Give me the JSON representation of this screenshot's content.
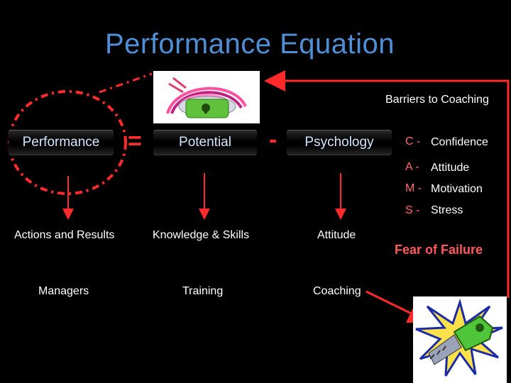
{
  "title": "Performance Equation",
  "barriers_heading": "Barriers to Coaching",
  "equation": {
    "performance": "Performance",
    "equals": "=",
    "potential": "Potential",
    "minus": "-",
    "psychology": "Psychology"
  },
  "outcomes": {
    "performance": "Actions and Results",
    "potential": "Knowledge & Skills",
    "psychology": "Attitude"
  },
  "owners": {
    "performance": "Managers",
    "potential": "Training",
    "psychology": "Coaching"
  },
  "barriers": [
    {
      "letter": "C -",
      "word": "Confidence"
    },
    {
      "letter": "A -",
      "word": "Attitude"
    },
    {
      "letter": "M -",
      "word": "Motivation"
    },
    {
      "letter": "S -",
      "word": "Stress"
    }
  ],
  "fear": "Fear of Failure",
  "colors": {
    "title": "#4f8fd6",
    "box_text": "#cfe6ff",
    "accent_red": "#ff2b2b",
    "barrier_letters": "#ff6b6b",
    "background": "#000000"
  },
  "icons": {
    "top": "lock-icon",
    "bottom": "key-icon"
  }
}
